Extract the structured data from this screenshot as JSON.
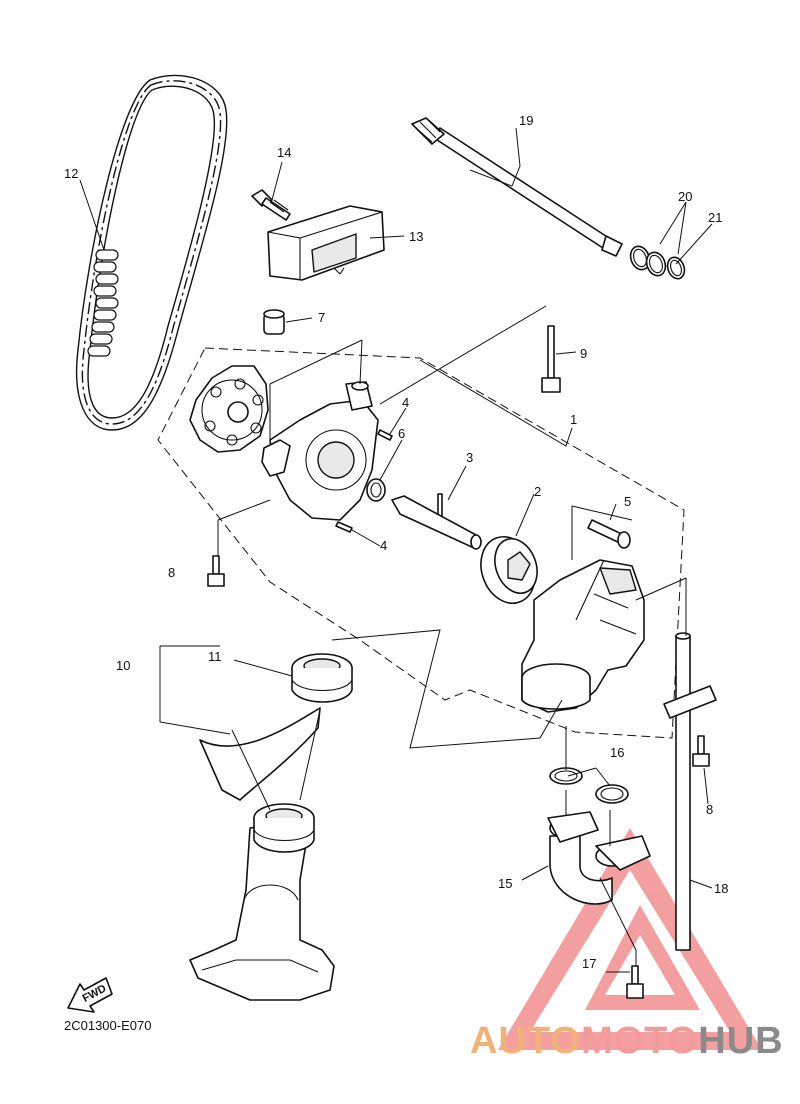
{
  "diagram": {
    "code": "2C01300-E070",
    "fwd_label": "FWD",
    "callouts": [
      "1",
      "2",
      "3",
      "4",
      "4",
      "5",
      "6",
      "7",
      "8",
      "8",
      "9",
      "10",
      "11",
      "12",
      "13",
      "14",
      "15",
      "16",
      "17",
      "18",
      "19",
      "20",
      "21"
    ]
  },
  "watermark": {
    "part1": "AUTO",
    "part2": "MOTO",
    "part3": "HUB",
    "colors": {
      "auto": "#f1b27a",
      "moto": "#f39a9a",
      "hub": "#8a8a8a",
      "triangle": "#f08080"
    }
  }
}
